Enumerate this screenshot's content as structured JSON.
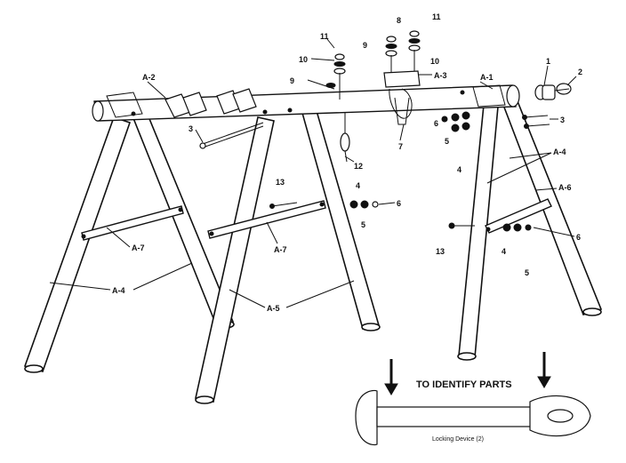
{
  "diagram": {
    "labels": {
      "A1": "A-1",
      "A2": "A-2",
      "A3": "A-3",
      "A4": "A-4",
      "A5": "A-5",
      "A6": "A-6",
      "A7": "A-7",
      "n1": "1",
      "n2": "2",
      "n3": "3",
      "n4": "4",
      "n5": "5",
      "n6": "6",
      "n7": "7",
      "n8": "8",
      "n9": "9",
      "n10": "10",
      "n11": "11",
      "n12": "12",
      "n13": "13"
    },
    "callout": {
      "title": "TO IDENTIFY PARTS",
      "caption": "Locking Device (2)"
    }
  }
}
